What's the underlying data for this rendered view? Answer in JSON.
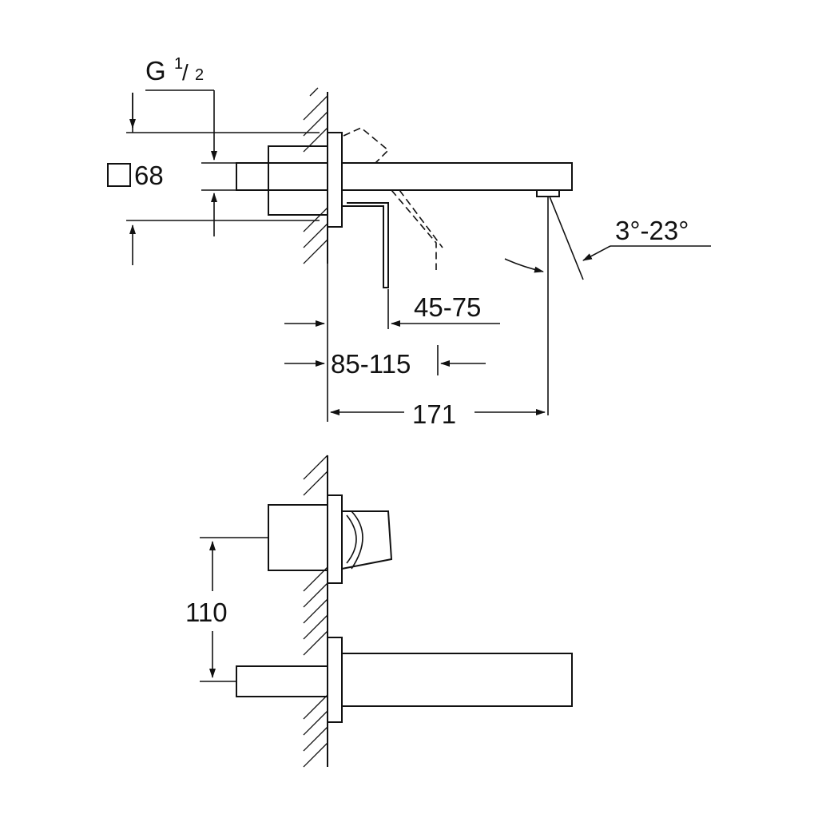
{
  "labels": {
    "thread_main": "G",
    "thread_num": "1",
    "thread_den": "2",
    "thread_slash": "/",
    "escutcheon_size": "68",
    "angle_range": "3°-23°",
    "lever_clearance": "45-75",
    "wall_depth_range": "85-115",
    "spout_projection": "171",
    "center_distance": "110"
  },
  "icons": {
    "square_symbol": "square-dimension-icon"
  },
  "colors": {
    "line": "#111111",
    "background": "#ffffff"
  }
}
